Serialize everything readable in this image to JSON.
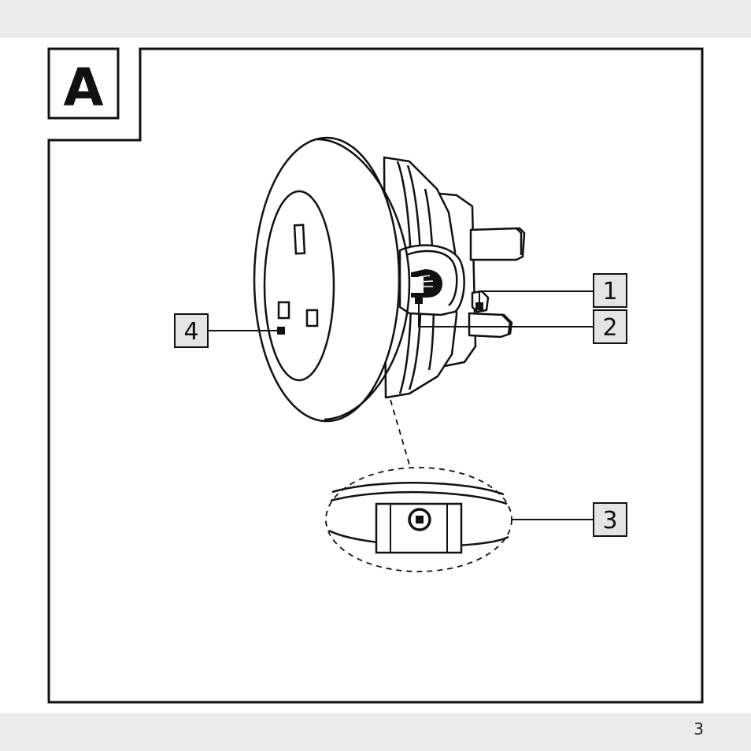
{
  "figure": {
    "label": "A"
  },
  "callouts": [
    {
      "number": "1",
      "part": "plug-pin-area"
    },
    {
      "number": "2",
      "part": "switch-indicator"
    },
    {
      "number": "3",
      "part": "bottom-button"
    },
    {
      "number": "4",
      "part": "socket-face"
    }
  ],
  "footer": {
    "page_number": "3"
  },
  "colors": {
    "stroke": "#111111",
    "callout_fill": "#e4e4e4",
    "page": "#ffffff",
    "margin": "#ebebeb"
  }
}
